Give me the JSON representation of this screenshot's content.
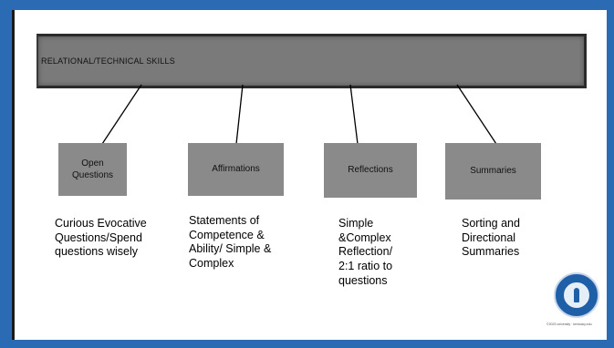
{
  "banner": {
    "title": "RELATIONAL/TECHNICAL SKILLS"
  },
  "skills": [
    {
      "label": "Open\nQuestions",
      "description": "Curious Evocative\nQuestions/Spend\nquestions wisely"
    },
    {
      "label": "Affirmations",
      "description": "Statements of\nCompetence &\nAbility/ Simple &\nComplex"
    },
    {
      "label": "Reflections",
      "description": "Simple\n&Complex\nReflection/\n2:1 ratio to\nquestions"
    },
    {
      "label": "Summaries",
      "description": "Sorting and\nDirectional\nSummaries"
    }
  ],
  "footer": {
    "note": "©2023 university · kentucky.edu"
  },
  "colors": {
    "frame": "#2a6bb3",
    "box": "#8a8a8a",
    "banner": "#7a7a7a"
  }
}
